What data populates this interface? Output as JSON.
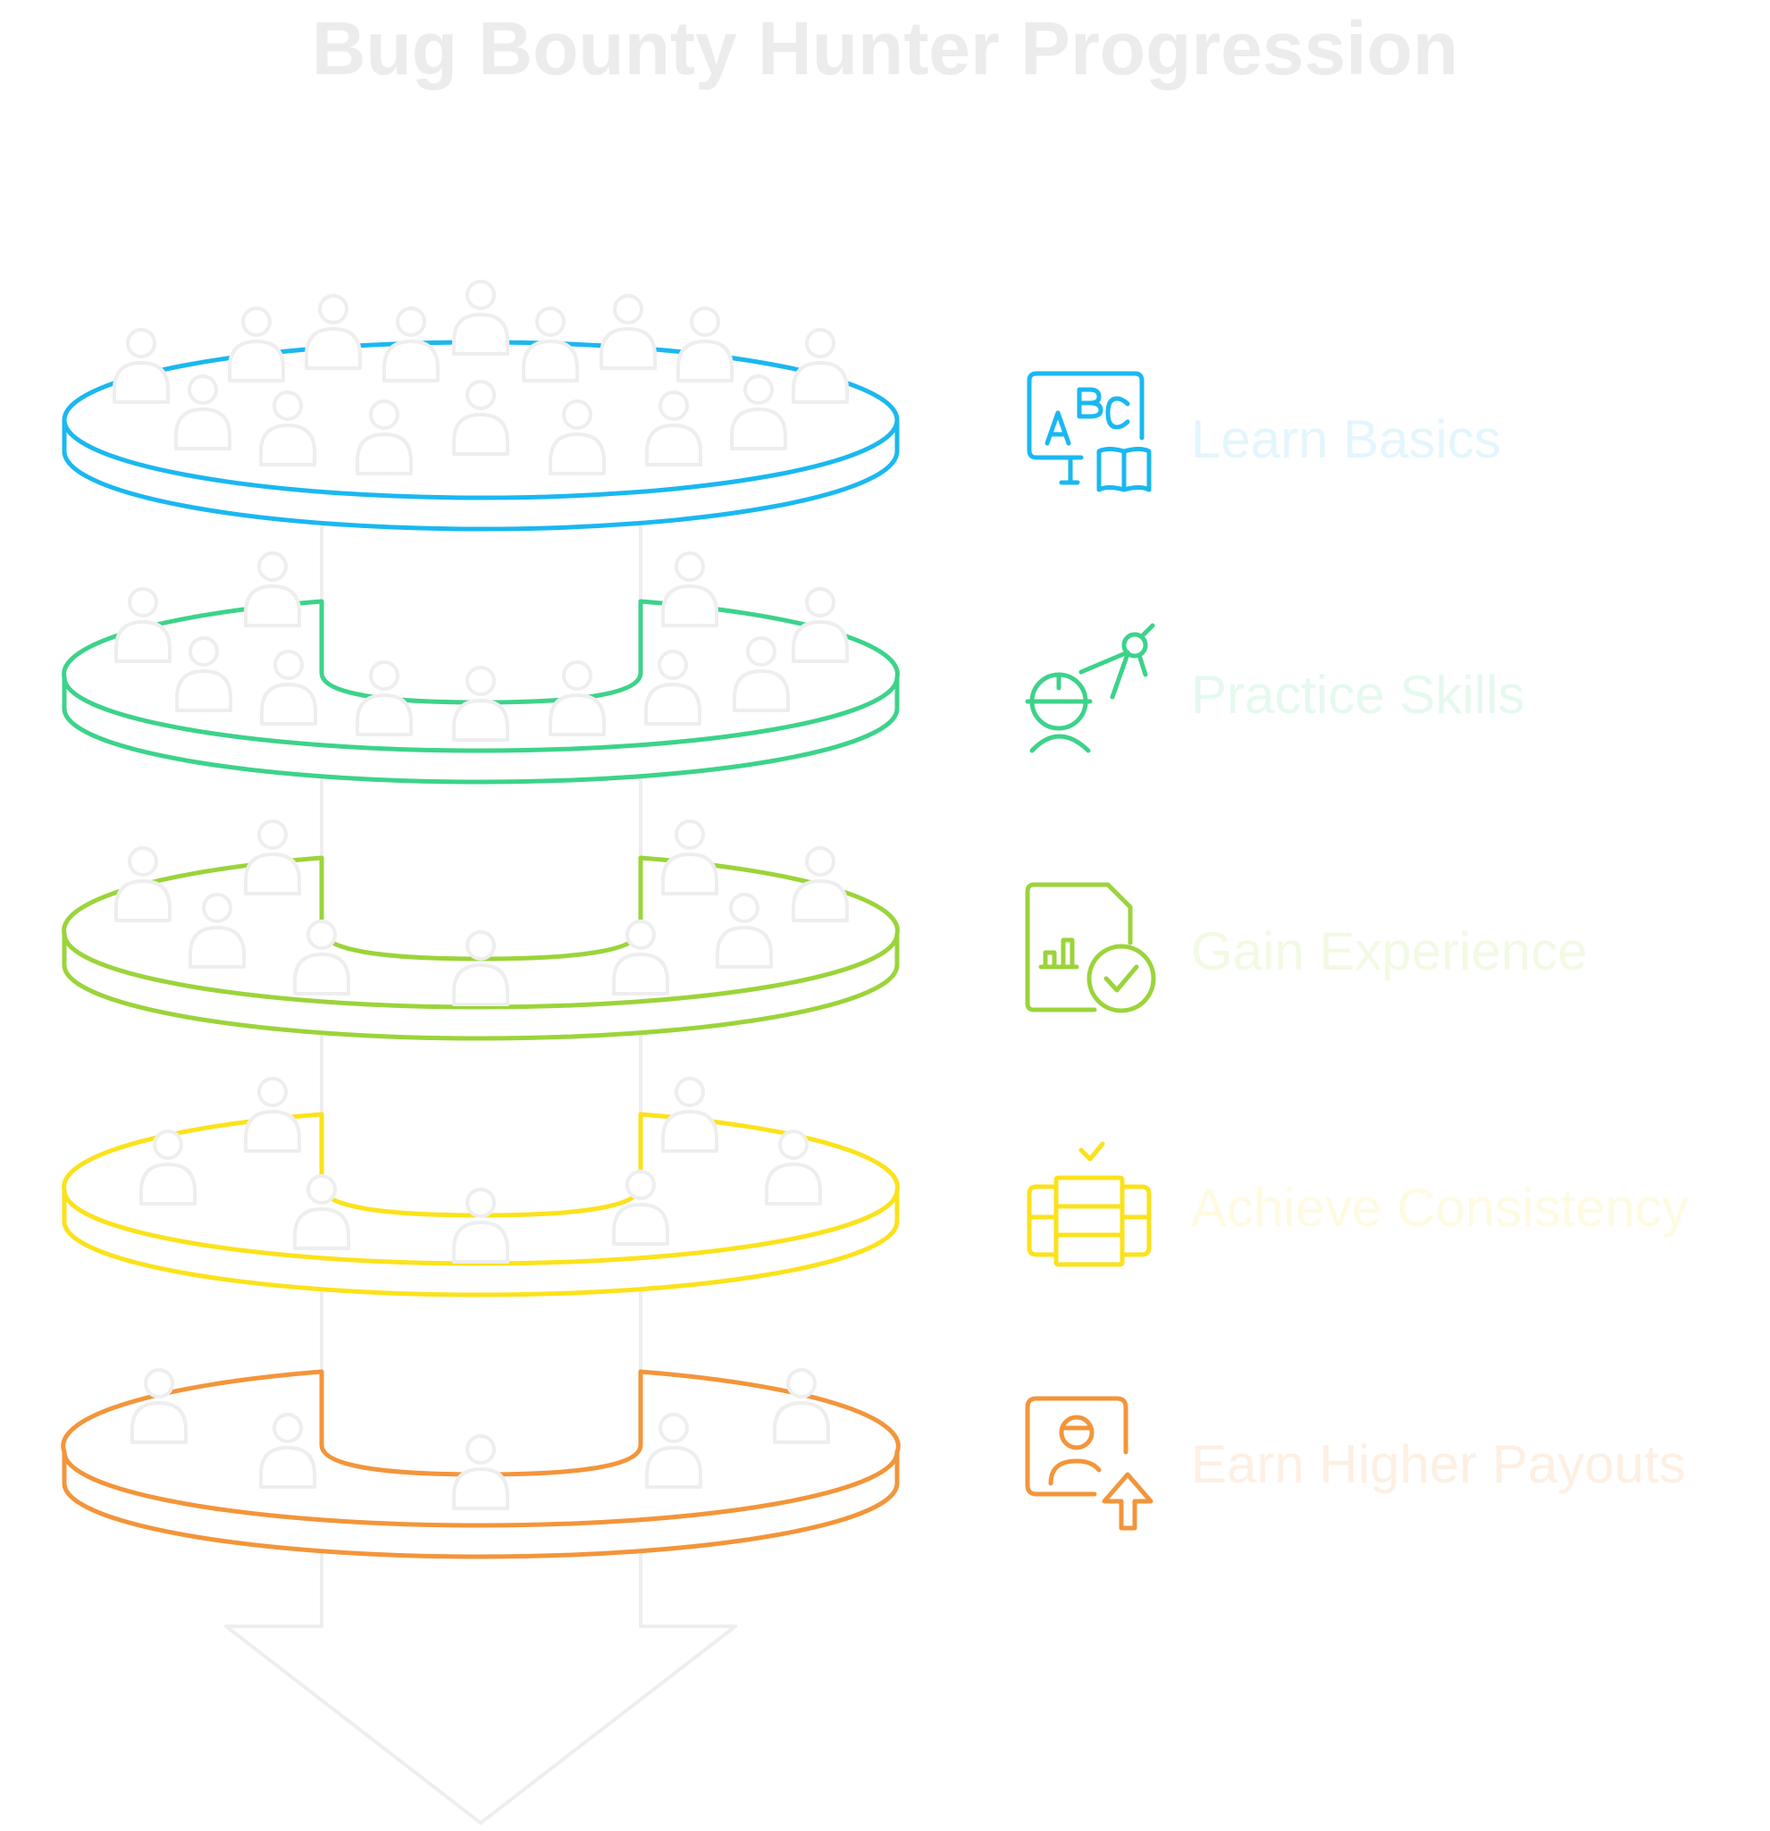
{
  "title": "Bug Bounty Hunter Progression",
  "colors": {
    "arrow": "#eeeeee",
    "person": "#eeeeee",
    "title": "#ececec"
  },
  "stages": [
    {
      "label": "Learn Basics",
      "icon": "abc-book-icon",
      "color": "#1ab8f0",
      "label_color": "#e4f6fd"
    },
    {
      "label": "Practice Skills",
      "icon": "worker-compass-icon",
      "color": "#3cd38a",
      "label_color": "#e6f9ef"
    },
    {
      "label": "Gain Experience",
      "icon": "report-check-icon",
      "color": "#9bd43a",
      "label_color": "#f2fae4"
    },
    {
      "label": "Achieve Consistency",
      "icon": "stacked-check-icon",
      "color": "#fbe21a",
      "label_color": "#fefbe2"
    },
    {
      "label": "Earn Higher Payouts",
      "icon": "person-upgrade-icon",
      "color": "#f3953a",
      "label_color": "#fdf0e3"
    }
  ]
}
